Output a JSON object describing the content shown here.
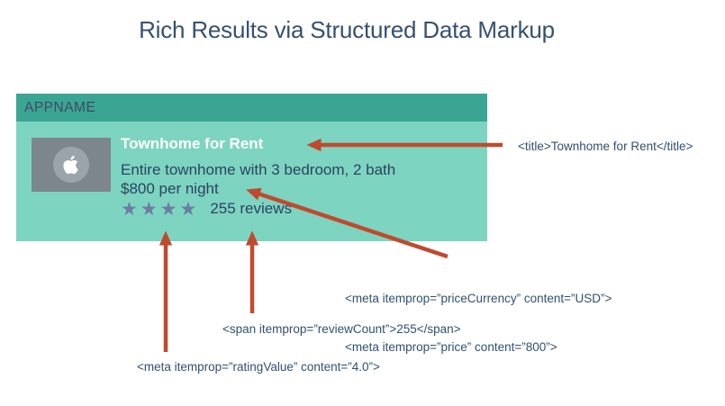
{
  "slide": {
    "title": "Rich Results via Structured Data Markup"
  },
  "card": {
    "app_name": "APPNAME",
    "listing": {
      "title": "Townhome for Rent",
      "description": "Entire townhome with 3 bedroom, 2 bath",
      "price": "$800 per night",
      "stars": "★★★★",
      "star_count": 4,
      "reviews": "255 reviews"
    }
  },
  "annotations": {
    "title_tag": "<title>Townhome for Rent</title>",
    "price_currency_meta": "<meta itemprop=”priceCurrency” content=”USD”>",
    "price_meta": "<meta itemprop=”price” content=”800”>",
    "review_count_span": "<span itemprop=”reviewCount”>255</span>",
    "rating_value_meta": "<meta itemprop=”ratingValue” content=”4.0”>"
  },
  "colors": {
    "header_teal": "#3AA592",
    "body_teal": "#7DD4C0",
    "arrow_red": "#C04A2E",
    "slide_title_navy": "#36516F",
    "card_text_navy": "#2C4363",
    "annotation_navy": "#31506F",
    "star_slate_blue": "#6C7CA2",
    "icon_gray": "#7D868D",
    "icon_circle_gray": "#9CA4AB",
    "app_name_color": "#3E4A68",
    "listing_title_white": "#FFFFFF"
  }
}
